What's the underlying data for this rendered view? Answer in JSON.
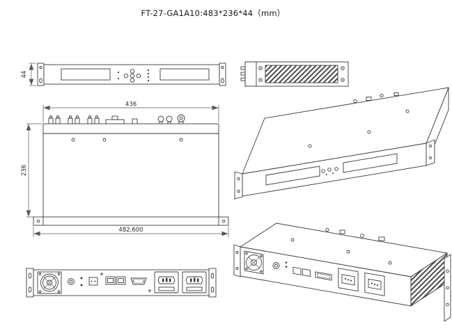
{
  "title": "FT-27-GA1A10:483*236*44（mm）",
  "dimensions": {
    "front_height_mm": "44",
    "top_width_mm": "436",
    "top_depth_mm": "236",
    "overall_width_mm": "482,600"
  },
  "colors": {
    "ink": "#3a3a3a",
    "background": "#ffffff"
  }
}
